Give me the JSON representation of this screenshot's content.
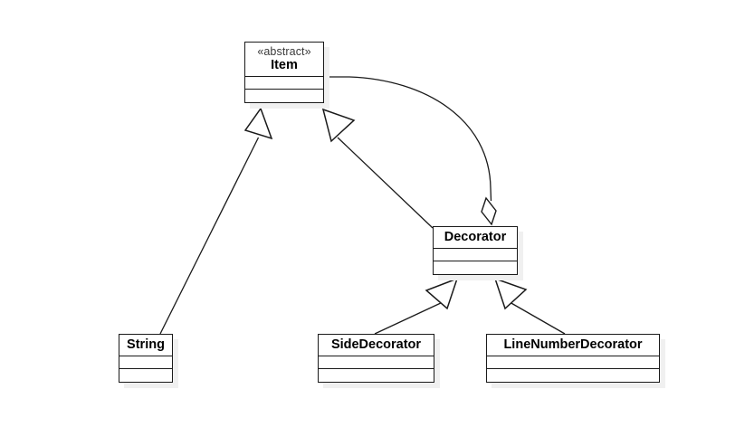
{
  "diagram": {
    "title": "Decorator pattern class diagram",
    "type": "uml-class-diagram",
    "background_color": "#ffffff",
    "line_color": "#1a1a1a",
    "shadow_color": "#f0f0f0",
    "fill_color": "#ffffff"
  },
  "classes": [
    {
      "id": "item",
      "stereotype": "«abstract»",
      "name": "Item",
      "attributes": [],
      "operations": []
    },
    {
      "id": "decorator",
      "stereotype": "",
      "name": "Decorator",
      "attributes": [],
      "operations": []
    },
    {
      "id": "string",
      "stereotype": "",
      "name": "String",
      "attributes": [],
      "operations": []
    },
    {
      "id": "sidedecorator",
      "stereotype": "",
      "name": "SideDecorator",
      "attributes": [],
      "operations": []
    },
    {
      "id": "linenumberdecorator",
      "stereotype": "",
      "name": "LineNumberDecorator",
      "attributes": [],
      "operations": []
    }
  ],
  "relationships": [
    {
      "id": "r1",
      "kind": "generalization",
      "from": "String",
      "to": "Item",
      "label": ""
    },
    {
      "id": "r2",
      "kind": "generalization",
      "from": "Decorator",
      "to": "Item",
      "label": ""
    },
    {
      "id": "r3",
      "kind": "aggregation",
      "from": "Item",
      "to": "Decorator",
      "label": ""
    },
    {
      "id": "r4",
      "kind": "generalization",
      "from": "SideDecorator",
      "to": "Decorator",
      "label": ""
    },
    {
      "id": "r5",
      "kind": "generalization",
      "from": "LineNumberDecorator",
      "to": "Decorator",
      "label": ""
    }
  ]
}
